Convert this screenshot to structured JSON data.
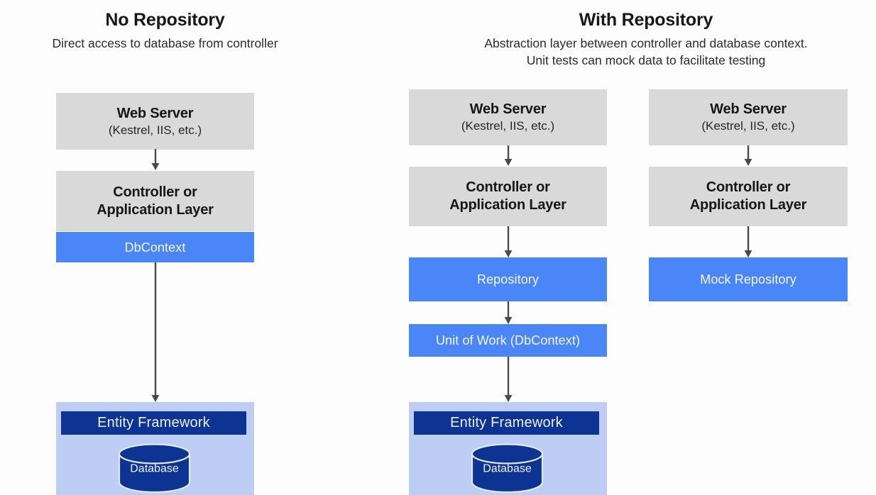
{
  "panels": [
    {
      "title": "No Repository",
      "subtitle_lines": [
        "Direct access to database from controller"
      ]
    },
    {
      "title": "With Repository",
      "subtitle_lines": [
        "Abstraction layer between controller and database context.",
        "Unit tests can mock data to facilitate testing"
      ]
    }
  ],
  "columns": {
    "left": {
      "web_server_title": "Web Server",
      "web_server_sub": "(Kestrel, IIS, etc.)",
      "controller_line1": "Controller or",
      "controller_line2": "Application Layer",
      "dbcontext_label": "DbContext",
      "ef_label": "Entity Framework",
      "database_label": "Database"
    },
    "middle": {
      "web_server_title": "Web Server",
      "web_server_sub": "(Kestrel, IIS, etc.)",
      "controller_line1": "Controller or",
      "controller_line2": "Application Layer",
      "repository_label": "Repository",
      "unit_of_work_label": "Unit of Work (DbContext)",
      "ef_label": "Entity Framework",
      "database_label": "Database"
    },
    "right": {
      "web_server_title": "Web Server",
      "web_server_sub": "(Kestrel, IIS, etc.)",
      "controller_line1": "Controller or",
      "controller_line2": "Application Layer",
      "mock_repository_label": "Mock Repository"
    }
  },
  "colors": {
    "background": "#fdfdfd",
    "grey_box": "#d9d9d9",
    "blue_box": "#4a86f7",
    "ef_panel": "#bdcdf4",
    "ef_bar": "#0d3393",
    "arrow": "#4a4a4a",
    "heading_text": "#181818",
    "light_text": "#f2f7ff"
  }
}
